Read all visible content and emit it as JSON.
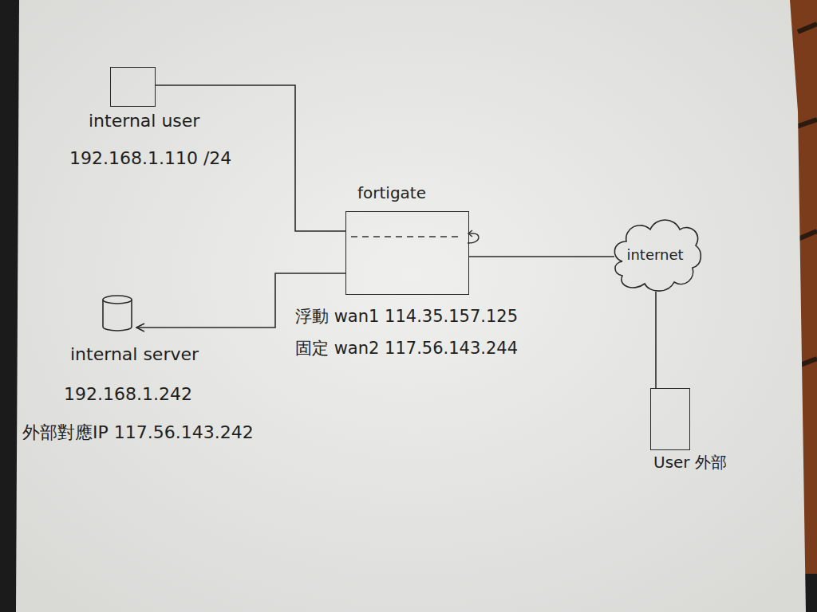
{
  "diagram": {
    "nodes": [
      {
        "text": [
          "internal user",
          "192.168.1.110 /24"
        ]
      },
      {
        "text": [
          "fortigate"
        ]
      },
      {
        "text": [
          "internet"
        ]
      },
      {
        "text": [
          "User 外部"
        ]
      },
      {
        "text": [
          "internal server",
          "192.168.1.242",
          "外部對應IP 117.56.143.242"
        ]
      }
    ],
    "edges": [
      {
        "from": 0,
        "to": 1,
        "arrow": "none"
      },
      {
        "from": 1,
        "to": 2,
        "arrow": "none"
      },
      {
        "from": 2,
        "to": 3,
        "arrow": "none"
      },
      {
        "from": 1,
        "to": 4,
        "arrow": "to"
      }
    ],
    "labels": [
      "浮動 wan1 114.35.157.125",
      "固定 wan2 117.56.143.244"
    ]
  }
}
